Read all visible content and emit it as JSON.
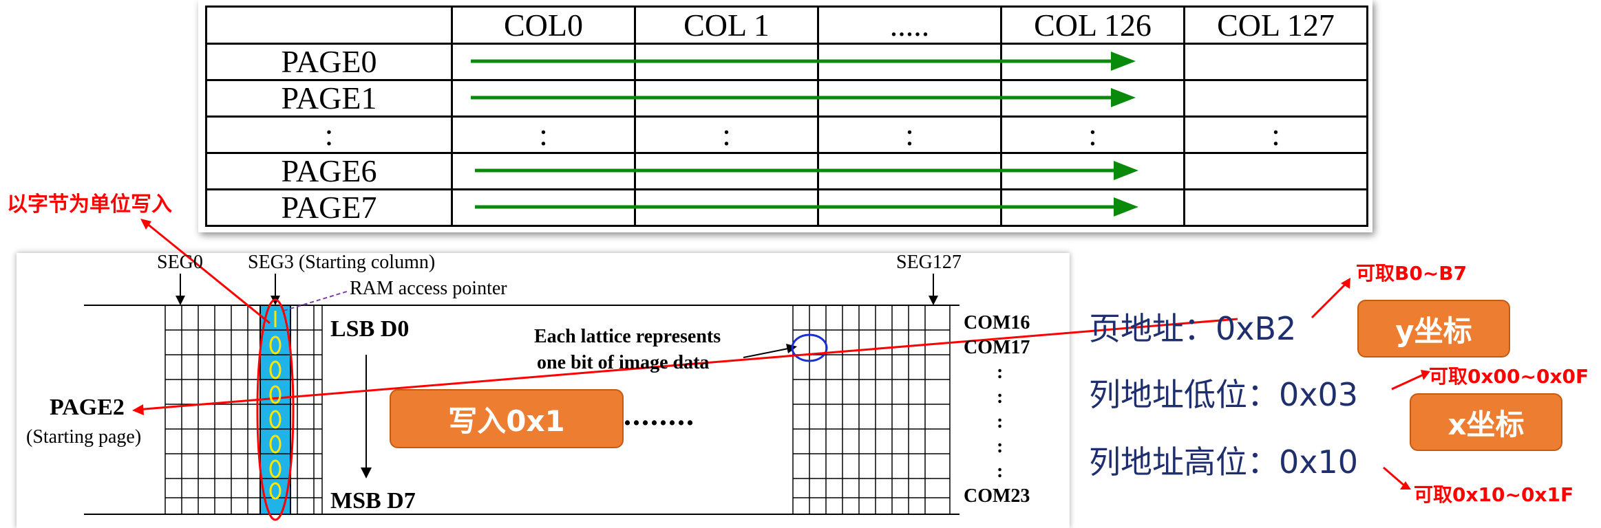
{
  "top_table": {
    "header": [
      "",
      "COL0",
      "COL 1",
      ".....",
      "COL 126",
      "COL 127"
    ],
    "rows": [
      {
        "label": "PAGE0",
        "type": "arrow"
      },
      {
        "label": "PAGE1",
        "type": "arrow"
      },
      {
        "label": ":",
        "type": "dots",
        "cells": [
          ":",
          ":",
          ":",
          ":",
          ":"
        ]
      },
      {
        "label": "PAGE6",
        "type": "arrow"
      },
      {
        "label": "PAGE7",
        "type": "arrow"
      }
    ],
    "arrow_color": "#0a8a0a"
  },
  "diagram": {
    "seg0": "SEG0",
    "seg3": "SEG3 (Starting column)",
    "seg127": "SEG127",
    "ram_pointer": "RAM access pointer",
    "lsb": "LSB D0",
    "msb": "MSB D7",
    "lattice_line1": "Each lattice represents",
    "lattice_line2": "one bit of image data",
    "page2": "PAGE2",
    "starting_page": "(Starting page)",
    "coms": [
      "COM16",
      "COM17",
      ":",
      ":",
      ":",
      ":",
      ":",
      "COM23"
    ],
    "ellipsis": "........",
    "bits": [
      "1",
      "0",
      "0",
      "0",
      "0",
      "0",
      "0",
      "0"
    ],
    "column_highlight_color": "#1fb3e8"
  },
  "annotations": {
    "byte_write": "以字节为单位写入",
    "write_box": "写入0x1",
    "page_addr": "页地址：0xB2",
    "col_low": "列地址低位：0x03",
    "col_high": "列地址高位：0x10",
    "y_box": "y坐标",
    "x_box": "x坐标",
    "range_b": "可取B0~B7",
    "range_low": "可取0x00~0x0F",
    "range_high": "可取0x10~0x1F",
    "red": "#ff0000",
    "orange": "#ed7d31",
    "navy": "#1f2f6e"
  }
}
